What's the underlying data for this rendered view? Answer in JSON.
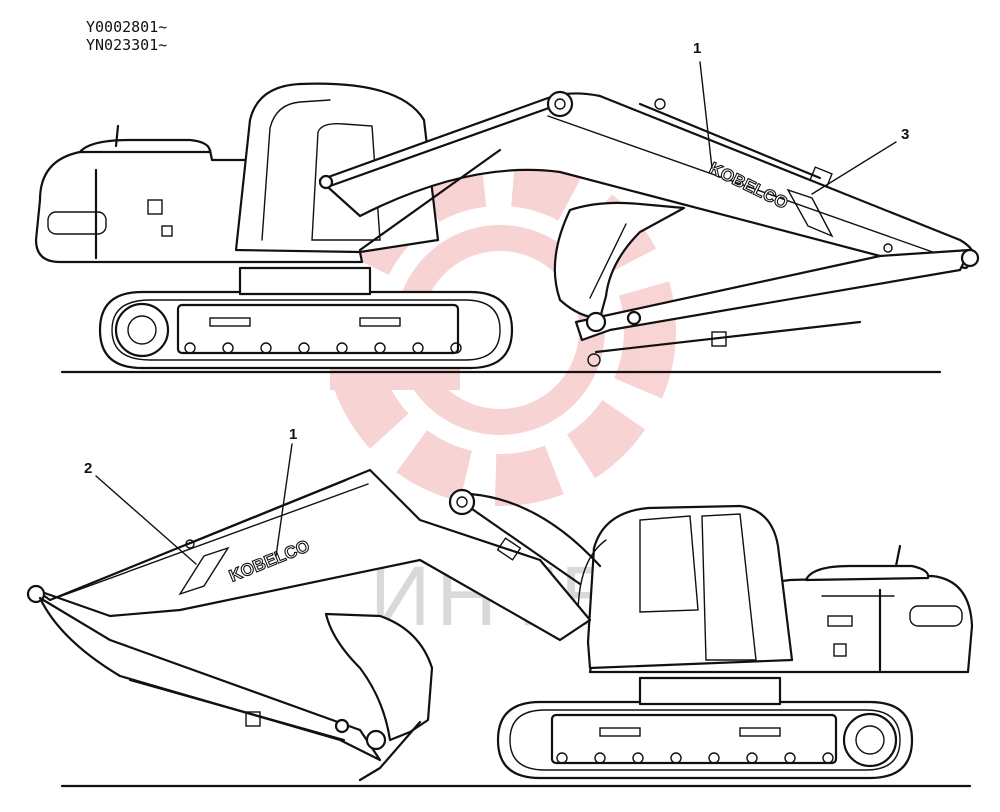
{
  "serials": [
    "Y0002801~",
    "YN023301~"
  ],
  "callouts": {
    "top": [
      {
        "num": "1"
      },
      {
        "num": "3"
      }
    ],
    "bottom": [
      {
        "num": "1"
      },
      {
        "num": "2"
      }
    ]
  },
  "decal_text": "KOBELCO",
  "watermark": {
    "text": "ИНТЕК",
    "color": "#f4b0b0",
    "logo": "gear-watermark-icon"
  },
  "colors": {
    "line": "#111111",
    "background": "#ffffff"
  }
}
